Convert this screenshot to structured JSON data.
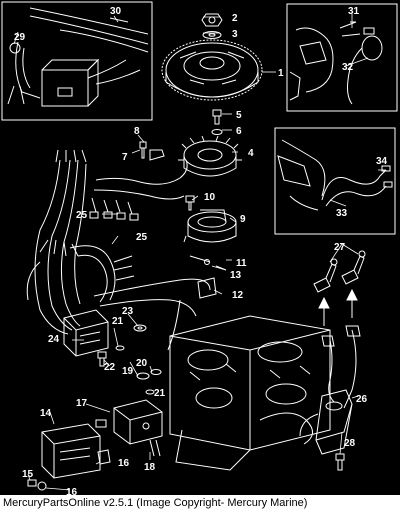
{
  "diagram": {
    "callouts": [
      "1",
      "2",
      "3",
      "4",
      "5",
      "6",
      "7",
      "8",
      "9",
      "10",
      "11",
      "12",
      "13",
      "14",
      "15",
      "16",
      "16",
      "17",
      "18",
      "19",
      "20",
      "21",
      "21",
      "22",
      "23",
      "24",
      "25",
      "25",
      "26",
      "27",
      "28",
      "29",
      "30",
      "31",
      "32",
      "33",
      "34"
    ]
  },
  "footer": {
    "caption": "MercuryPartsOnline v2.5.1 (Image Copyright- Mercury Marine)"
  },
  "colors": {
    "background": "#000000",
    "line": "#ffffff",
    "footer_bg": "#ffffff",
    "footer_text": "#000000"
  }
}
